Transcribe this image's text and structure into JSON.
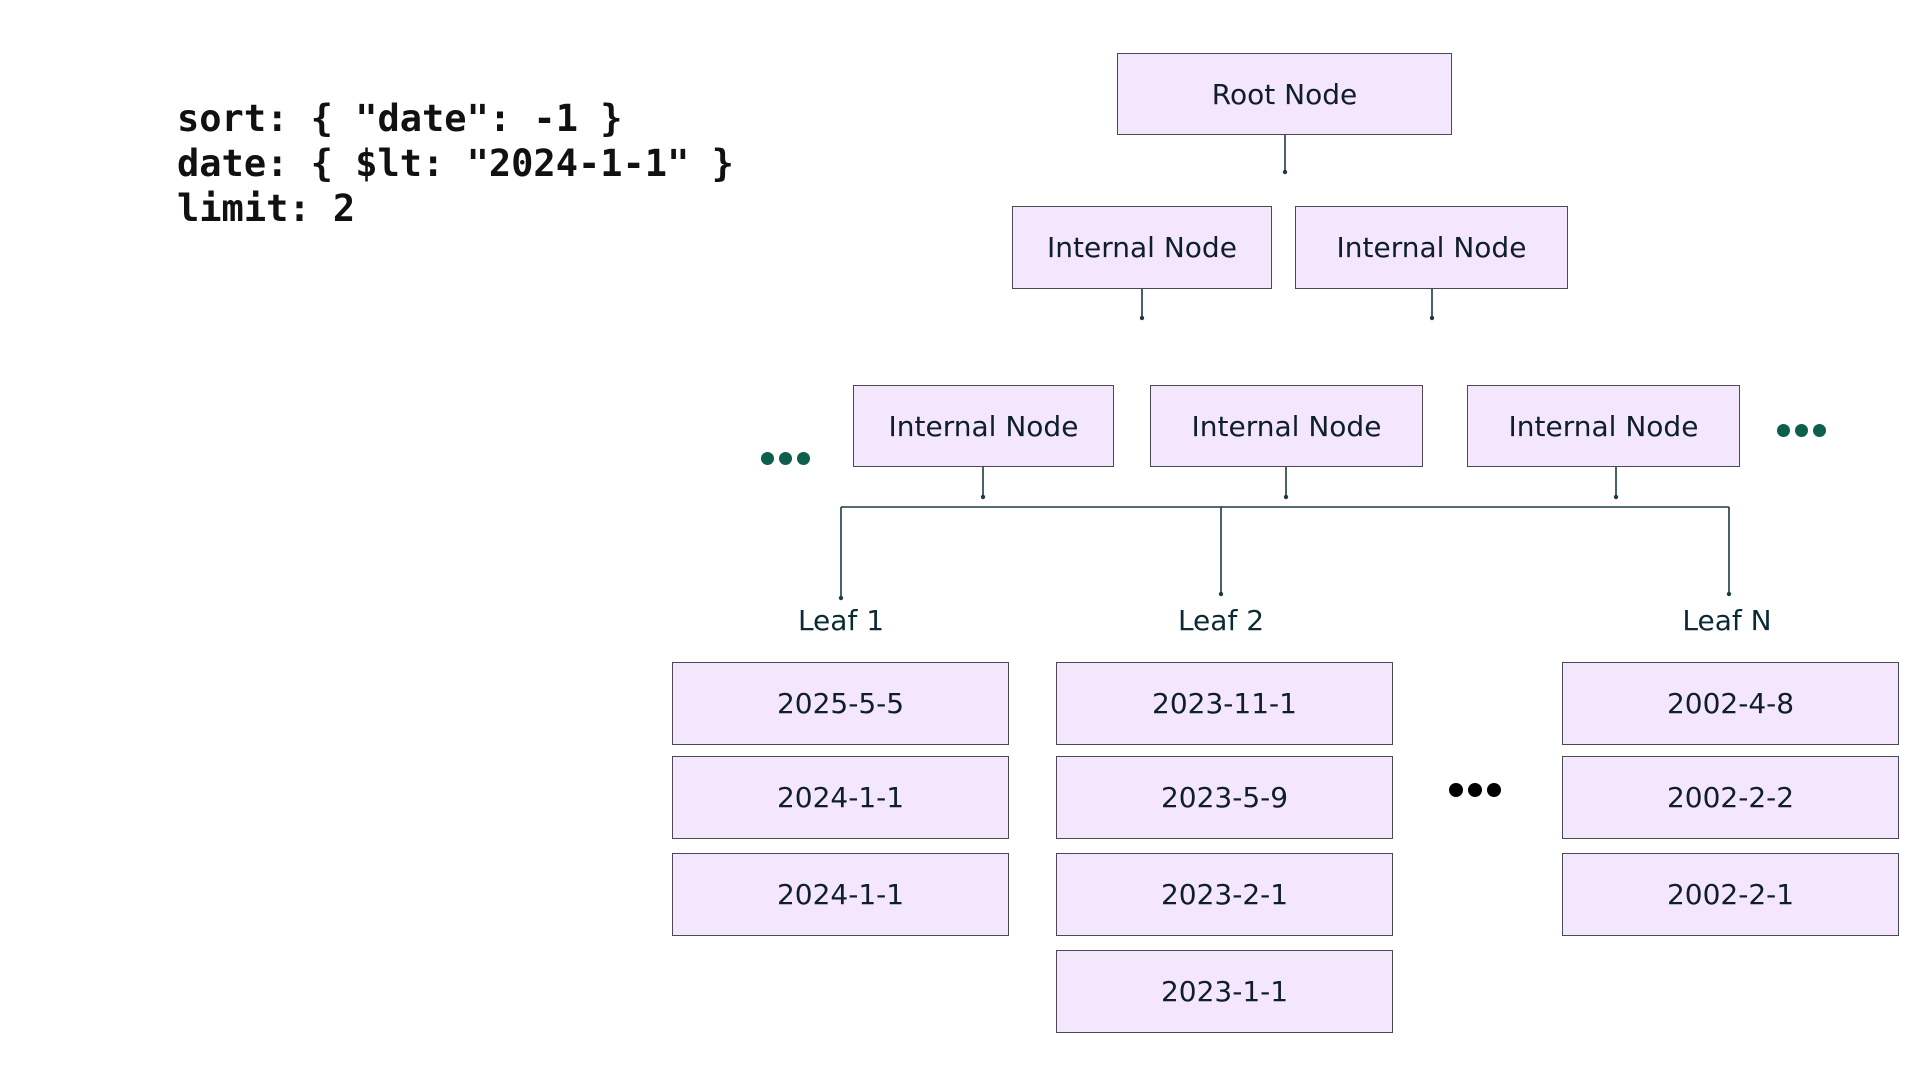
{
  "query": {
    "lines": [
      "sort: { \"date\": -1 }",
      "date: { $lt: \"2024-1-1\" }",
      "limit: 2"
    ]
  },
  "tree": {
    "root": {
      "label": "Root Node"
    },
    "level1": [
      {
        "label": "Internal Node"
      },
      {
        "label": "Internal Node"
      }
    ],
    "level2": [
      {
        "label": "Internal Node"
      },
      {
        "label": "Internal Node"
      },
      {
        "label": "Internal Node"
      }
    ],
    "leaves": [
      {
        "label": "Leaf 1",
        "entries": [
          "2025-5-5",
          "2024-1-1",
          "2024-1-1"
        ]
      },
      {
        "label": "Leaf 2",
        "entries": [
          "2023-11-1",
          "2023-5-9",
          "2023-2-1",
          "2023-1-1"
        ]
      },
      {
        "label": "Leaf N",
        "entries": [
          "2002-4-8",
          "2002-2-2",
          "2002-2-1"
        ]
      }
    ]
  },
  "colors": {
    "node_fill": "#f4e6fc",
    "node_border": "#4a4a55",
    "connector": "#1e3a44",
    "ellipsis_green": "#0d5e4c",
    "ellipsis_black": "#000000"
  },
  "icons": {
    "ellipsis": "ellipsis-icon"
  }
}
